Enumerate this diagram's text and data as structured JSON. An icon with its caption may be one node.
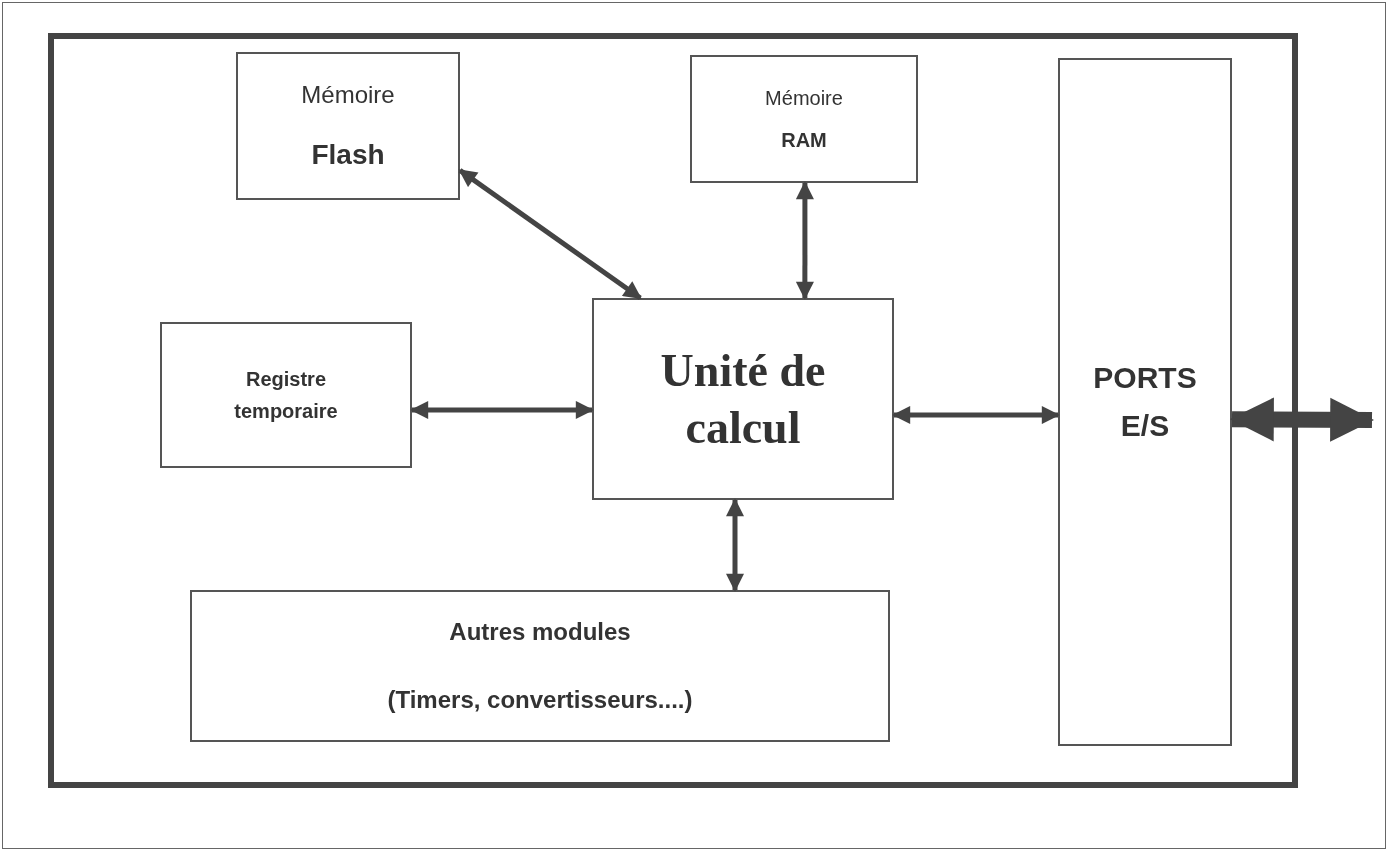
{
  "diagram": {
    "nodes": [
      {
        "text": [],
        "shape": "box"
      },
      {
        "text": [
          "Mémoire",
          "Flash"
        ],
        "in": 0
      },
      {
        "text": [
          "Mémoire",
          "RAM"
        ],
        "in": 0
      },
      {
        "text": [
          "Registre temporaire"
        ],
        "in": 0
      },
      {
        "text": [
          "Unité de calcul"
        ],
        "in": 0
      },
      {
        "text": [
          "PORTS E/S"
        ],
        "in": 0
      },
      {
        "text": [
          "Autres modules",
          "(Timers, convertisseurs....)"
        ],
        "in": 0
      }
    ],
    "edges": [
      {
        "from": 1,
        "to": 4,
        "arrow": "both"
      },
      {
        "from": 2,
        "to": 4,
        "arrow": "both"
      },
      {
        "from": 3,
        "to": 4,
        "arrow": "both"
      },
      {
        "from": 4,
        "to": 5,
        "arrow": "both"
      },
      {
        "from": 4,
        "to": 6,
        "arrow": "both"
      },
      {
        "from": 5,
        "to": null,
        "arrow": "both",
        "style": "thick"
      }
    ]
  }
}
